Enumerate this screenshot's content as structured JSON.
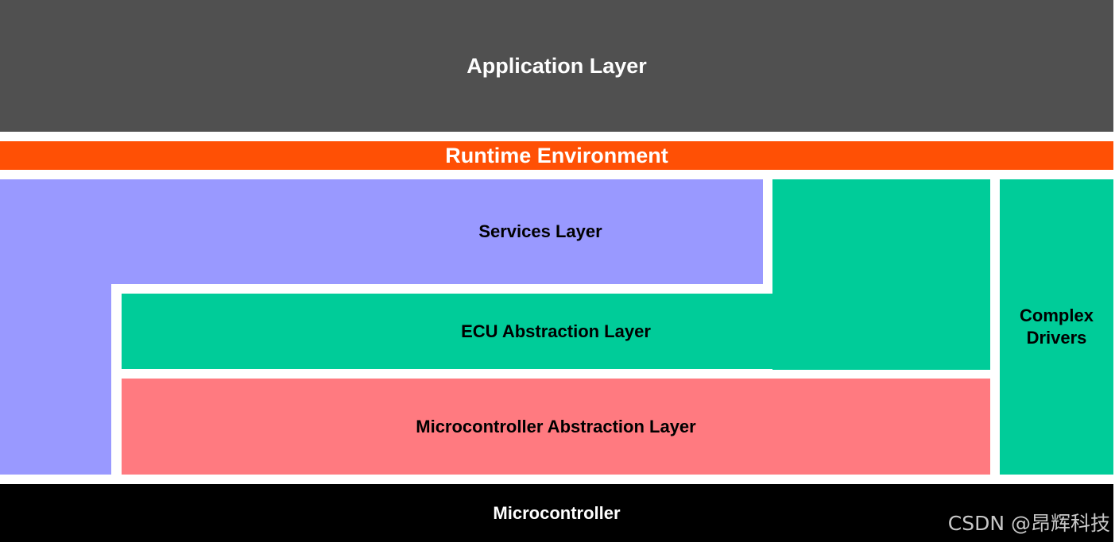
{
  "layers": {
    "application": {
      "label": "Application Layer",
      "color": "#505050",
      "text_color": "#ffffff"
    },
    "runtime": {
      "label": "Runtime Environment",
      "color": "#ff5005",
      "text_color": "#ffffff"
    },
    "services": {
      "label": "Services Layer",
      "color": "#9999ff",
      "text_color": "#000000"
    },
    "ecu_abstraction": {
      "label": "ECU Abstraction Layer",
      "color": "#00cc99",
      "text_color": "#000000"
    },
    "mcal": {
      "label": "Microcontroller Abstraction Layer",
      "color": "#ff7a80",
      "text_color": "#000000"
    },
    "complex_drivers": {
      "label": "Complex Drivers",
      "color": "#00cc99",
      "text_color": "#000000"
    },
    "microcontroller": {
      "label": "Microcontroller",
      "color": "#000000",
      "text_color": "#ffffff"
    }
  },
  "watermark": "CSDN @昂辉科技"
}
